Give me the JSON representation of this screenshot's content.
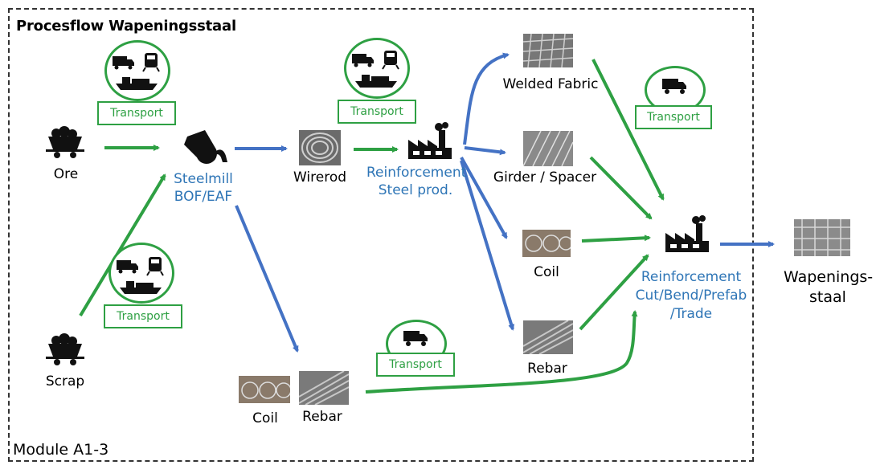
{
  "title": "Procesflow Wapeningsstaal",
  "module_label": "Module A1-3",
  "nodes": {
    "ore": "Ore",
    "scrap": "Scrap",
    "steelmill_line1": "Steelmill",
    "steelmill_line2": "BOF/EAF",
    "wirerod": "Wirerod",
    "reinf_steel_line1": "Reinforcement",
    "reinf_steel_line2": "Steel prod.",
    "coil_left": "Coil",
    "rebar_left": "Rebar",
    "welded_fabric": "Welded Fabric",
    "girder_spacer": "Girder / Spacer",
    "coil_right": "Coil",
    "rebar_right": "Rebar",
    "reinf_cut_line1": "Reinforcement",
    "reinf_cut_line2": "Cut/Bend/Prefab",
    "reinf_cut_line3": "/Trade",
    "output_line1": "Wapenings-",
    "output_line2": "staal"
  },
  "transport_label": "Transport",
  "colors": {
    "green": "#2ea043",
    "blue": "#4472c4",
    "blue_text": "#2e75b6"
  },
  "icons": [
    "minecart-icon",
    "ladle-icon",
    "factory-icon",
    "truck-icon",
    "train-icon",
    "ship-icon"
  ]
}
